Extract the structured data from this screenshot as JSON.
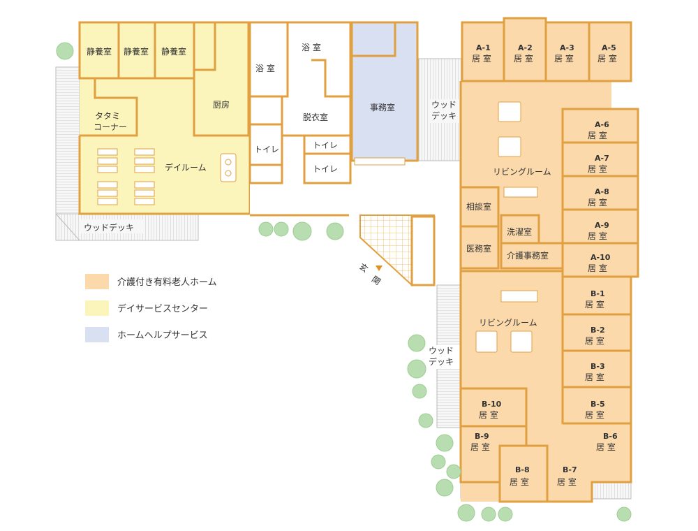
{
  "colors": {
    "nursing_home": "#fbd9ab",
    "day_service": "#fbf4bb",
    "home_help": "#d9e0f2",
    "wall": "#e0a040",
    "deck": "#f5f5f5",
    "tree": "#b8ddb0"
  },
  "rooms": {
    "quiet1": "静養室",
    "quiet2": "静養室",
    "quiet3": "静養室",
    "tatami1": "タタミ",
    "tatami2": "コーナー",
    "kitchen": "厨房",
    "dayroom": "デイルーム",
    "bath1": "浴 室",
    "bath2": "浴 室",
    "toilet1": "トイレ",
    "toilet2": "トイレ",
    "toilet3": "トイレ",
    "dressing": "脱衣室",
    "office": "事務室",
    "wooddeck_left": "ウッドデッキ",
    "wooddeck_mid1": "ウッド",
    "wooddeck_mid2": "デッキ",
    "wooddeck_right1": "ウッド",
    "wooddeck_right2": "デッキ",
    "living1": "リビングルーム",
    "living2": "リビングルーム",
    "consult": "相談室",
    "laundry": "洗濯室",
    "medical": "医務室",
    "care_office": "介護事務室",
    "entrance1": "玄",
    "entrance2": "関",
    "kyoshitsu": "居 室",
    "a1": "A-1",
    "a2": "A-2",
    "a3": "A-3",
    "a5": "A-5",
    "a6": "A-6",
    "a7": "A-7",
    "a8": "A-8",
    "a9": "A-9",
    "a10": "A-10",
    "b1": "B-1",
    "b2": "B-2",
    "b3": "B-3",
    "b5": "B-5",
    "b6": "B-6",
    "b7": "B-7",
    "b8": "B-8",
    "b9": "B-9",
    "b10": "B-10"
  },
  "legend": {
    "nursing_home": "介護付き有料老人ホーム",
    "day_service": "デイサービスセンター",
    "home_help": "ホームヘルプサービス"
  }
}
